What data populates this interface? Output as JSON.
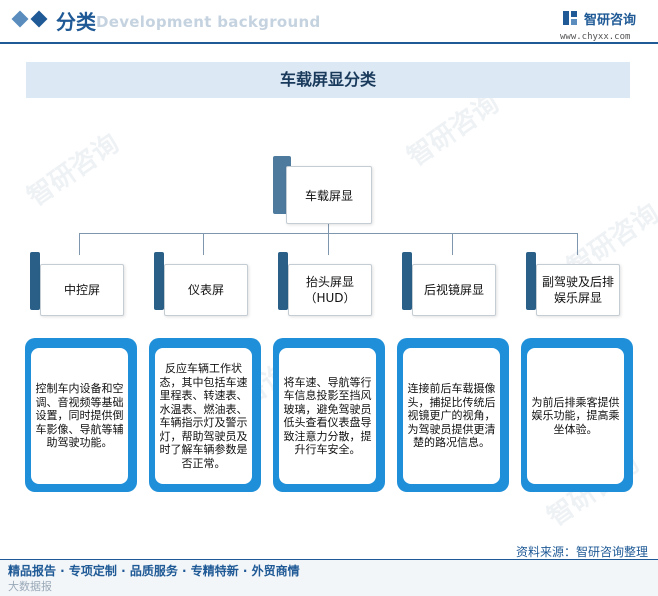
{
  "header": {
    "title": "分类",
    "subtitle_en": "Development background",
    "brand_name": "智研咨询",
    "brand_url": "www.chyxx.com"
  },
  "banner": {
    "title": "车载屏显分类"
  },
  "diagram": {
    "root": "车载屏显",
    "categories": [
      {
        "label": "中控屏",
        "description": "控制车内设备和空调、音视频等基础设置，同时提供倒车影像、导航等辅助驾驶功能。"
      },
      {
        "label": "仪表屏",
        "description": "反应车辆工作状态，其中包括车速里程表、转速表、水温表、燃油表、车辆指示灯及警示灯，帮助驾驶员及时了解车辆参数是否正常。"
      },
      {
        "label": "抬头屏显（HUD）",
        "description": "将车速、导航等行车信息投影至挡风玻璃，避免驾驶员低头查看仪表盘导致注意力分散，提升行车安全。"
      },
      {
        "label": "后视镜屏显",
        "description": "连接前后车载摄像头，捕捉比传统后视镜更广的视角，为驾驶员提供更清楚的路况信息。"
      },
      {
        "label": "副驾驶及后排娱乐屏显",
        "description": "为前后排乘客提供娱乐功能，提高乘坐体验。"
      }
    ]
  },
  "footer": {
    "source": "资料来源：智研咨询整理",
    "services": "精品报告 · 专项定制 · 品质服务 · 专精特新 · 外贸商情",
    "watermark": "大数据报"
  },
  "watermark_text": "智研咨询",
  "colors": {
    "accent": "#1f5a96",
    "tab": "#2a6088",
    "desc_frame": "#1e8fd8"
  }
}
